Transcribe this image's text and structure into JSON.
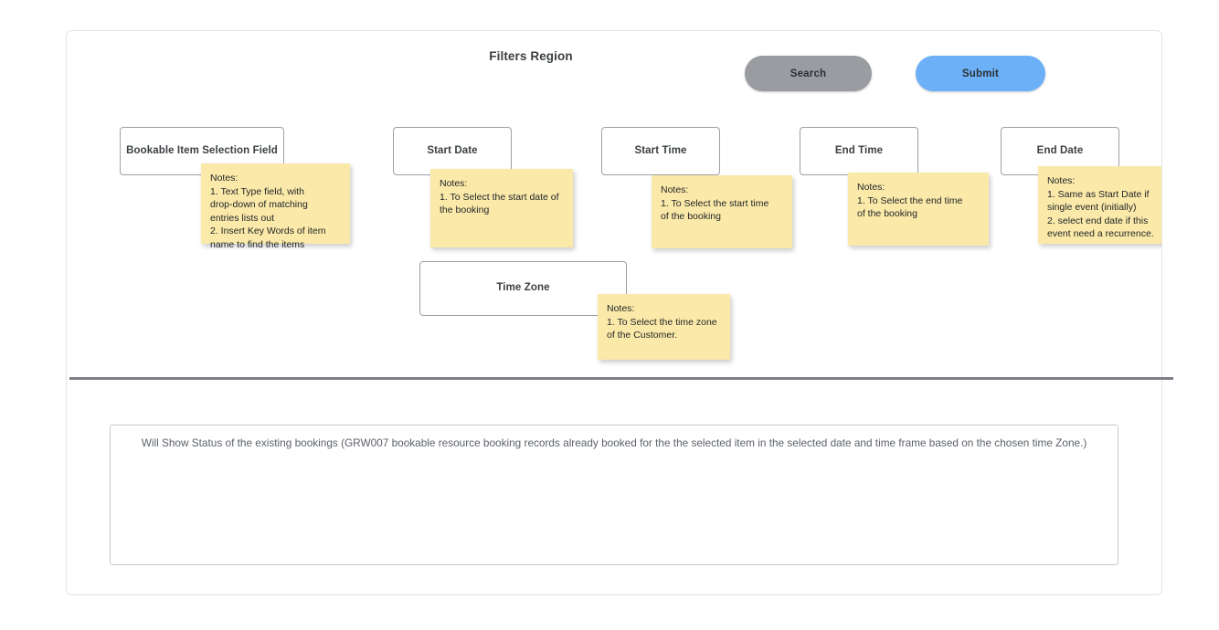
{
  "header": {
    "title": "Filters Region",
    "buttons": [
      {
        "name": "search",
        "label": "Search",
        "color": "#9a9ca1"
      },
      {
        "name": "submit",
        "label": "Submit",
        "color": "#6cb0f7"
      }
    ]
  },
  "fields": [
    {
      "key": "bookable_item",
      "label": "Bookable Item Selection Field",
      "note": {
        "heading": "Notes:",
        "lines": [
          "1. Text Type field, with",
          "drop-down of matching",
          "entries lists out",
          "2. Insert Key Words of item",
          "name to find the items"
        ]
      }
    },
    {
      "key": "start_date",
      "label": "Start Date",
      "note": {
        "heading": "Notes:",
        "lines": [
          "1. To Select the start date of",
          "the booking"
        ]
      }
    },
    {
      "key": "start_time",
      "label": "Start Time",
      "note": {
        "heading": "Notes:",
        "lines": [
          "1. To Select the start time",
          "of the booking"
        ]
      }
    },
    {
      "key": "end_time",
      "label": "End Time",
      "note": {
        "heading": "Notes:",
        "lines": [
          "1. To Select the end time",
          "of the booking"
        ]
      }
    },
    {
      "key": "end_date",
      "label": "End Date",
      "note": {
        "heading": "Notes:",
        "lines": [
          "1. Same as Start Date if",
          "single event (initially)",
          "2. select end date if this",
          "event need a recurrence."
        ]
      }
    },
    {
      "key": "time_zone",
      "label": "Time Zone",
      "note": {
        "heading": "Notes:",
        "lines": [
          "1. To Select the time zone",
          "of the Customer."
        ]
      }
    }
  ],
  "status_panel": {
    "text": "Will Show Status of the existing bookings (GRW007 bookable resource booking records already booked for the the selected item in the selected date and time frame based on the chosen time Zone.)"
  },
  "colors": {
    "note_background": "#fae9a8",
    "frame_border": "#e3e4e6",
    "field_border": "#9e9fa6",
    "divider": "#7c7f85"
  }
}
